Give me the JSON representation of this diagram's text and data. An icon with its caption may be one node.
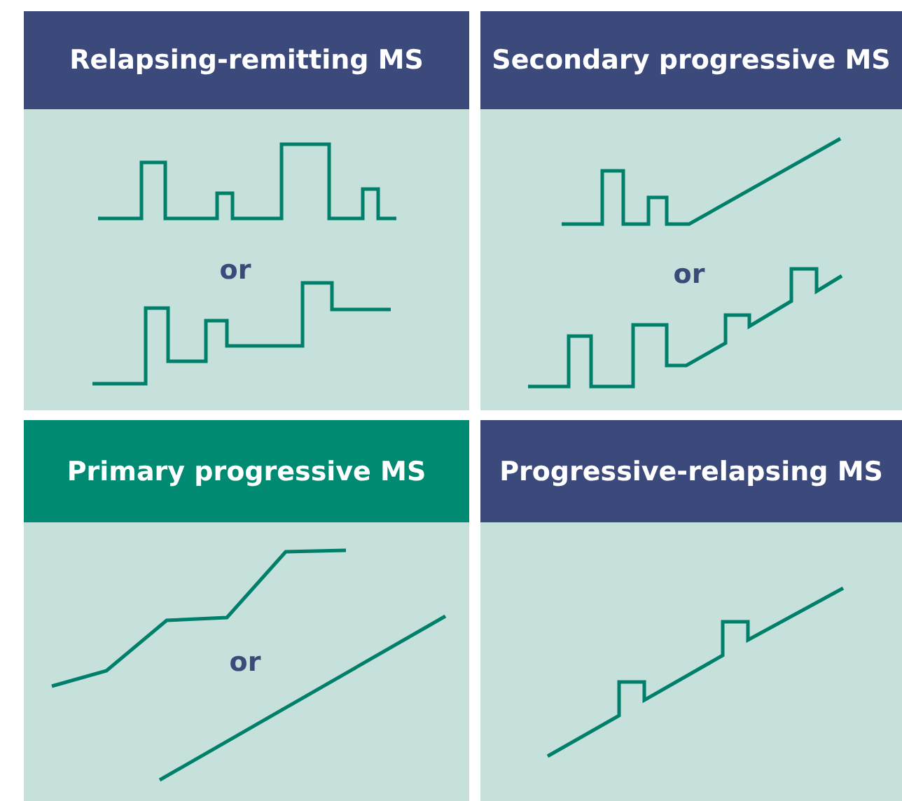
{
  "diagram": {
    "nodes": [
      {
        "text": [
          "Relapsing-remitting MS",
          "or"
        ]
      },
      {
        "text": [
          "Secondary progressive MS",
          "or"
        ]
      },
      {
        "text": [
          "Primary progressive MS",
          "or"
        ]
      },
      {
        "text": [
          "Progressive-relapsing MS"
        ]
      }
    ]
  }
}
